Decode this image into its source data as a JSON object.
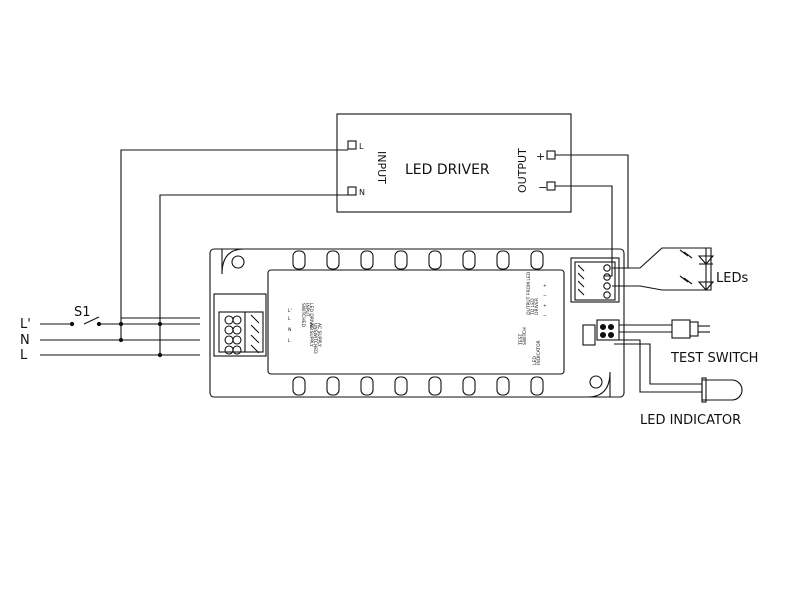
{
  "driver": {
    "title": "LED DRIVER",
    "input_label": "INPUT",
    "output_label": "OUTPUT",
    "input_l": "L",
    "input_n": "N",
    "output_plus": "+",
    "output_minus": "−"
  },
  "mains": {
    "switch_label": "S1",
    "lines": [
      "L'",
      "N",
      "L"
    ]
  },
  "module": {
    "left_terminals": [
      "L'",
      "L",
      "N",
      "L"
    ],
    "left_text": [
      "LED DRIVER",
      "INPUT",
      "SWITCHED",
      "AC SUPPLY",
      "UNSWITCHED",
      "AC SUPPLY"
    ],
    "right_text": [
      "OUTPUT FROM LED",
      "TO LED",
      "DRIVER"
    ],
    "right_terminals": [
      "+",
      "−",
      "+",
      "−"
    ],
    "test_text": [
      "TEST",
      "SWITCH",
      "LED",
      "INDICATOR"
    ]
  },
  "callouts": {
    "leds": "LEDs",
    "test_switch": "TEST SWITCH",
    "led_indicator": "LED INDICATOR"
  }
}
